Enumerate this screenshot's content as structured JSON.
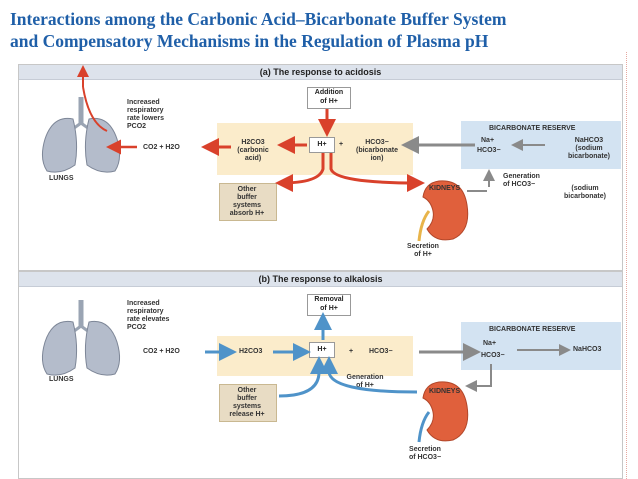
{
  "title": {
    "line1": "Interactions among the Carbonic Acid–Bicarbonate Buffer System",
    "line2": "and Compensatory Mechanisms in the Regulation of Plasma pH"
  },
  "panel_a": {
    "header": "(a) The response to acidosis",
    "increased_rr": [
      "Increased",
      "respiratory",
      "rate lowers",
      "PCO2"
    ],
    "co2_h2o": "CO2 + H2O",
    "lungs": "LUNGS",
    "addition": [
      "Addition",
      "of H+"
    ],
    "h2co3": [
      "H2CO3",
      "(carbonic",
      "acid)"
    ],
    "h_ion": "H+",
    "plus": "+",
    "hco3": [
      "HCO3−",
      "(bicarbonate",
      "ion)"
    ],
    "reserve_title": "BICARBONATE RESERVE",
    "na": "Na+",
    "hco3_reserve": "HCO3−",
    "nahco3": [
      "NaHCO3",
      "(sodium",
      "bicarbonate)"
    ],
    "generation": [
      "Generation",
      "of HCO3−"
    ],
    "sodium_bicarb": [
      "(sodium",
      "bicarbonate)"
    ],
    "other_buffer": [
      "Other",
      "buffer",
      "systems",
      "absorb H+"
    ],
    "kidneys": "KIDNEYS",
    "secretion": [
      "Secretion",
      "of H+"
    ]
  },
  "panel_b": {
    "header": "(b) The response to alkalosis",
    "increased_rr": [
      "Increased",
      "respiratory",
      "rate elevates",
      "PCO2"
    ],
    "co2_h2o": "CO2 + H2O",
    "lungs": "LUNGS",
    "removal": [
      "Removal",
      "of H+"
    ],
    "h2co3": "H2CO3",
    "h_ion": "H+",
    "plus": "+",
    "hco3": "HCO3−",
    "reserve_title": "BICARBONATE RESERVE",
    "na": "Na+",
    "hco3_reserve": "HCO3−",
    "nahco3": "NaHCO3",
    "generation": [
      "Generation",
      "of H+"
    ],
    "other_buffer": [
      "Other",
      "buffer",
      "systems",
      "release H+"
    ],
    "kidneys": "KIDNEYS",
    "secretion": [
      "Secretion",
      "of HCO3−"
    ]
  },
  "colors": {
    "title": "#1f5fa8",
    "arrow_red": "#d9412b",
    "arrow_blue": "#4f93c9",
    "arrow_gray": "#8a8a8a",
    "beige": "#fbeccb",
    "blue_box": "#d3e3f2",
    "kidney": "#e0603c"
  }
}
